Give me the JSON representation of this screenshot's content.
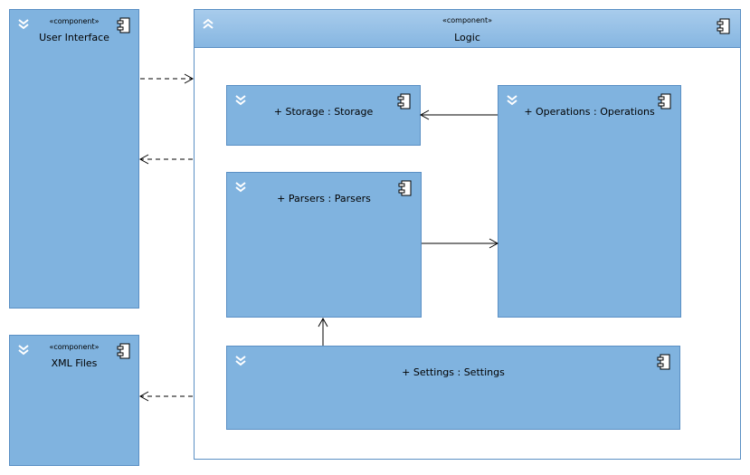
{
  "components": {
    "user_interface": {
      "stereotype": "«component»",
      "name": "User Interface"
    },
    "xml_files": {
      "stereotype": "«component»",
      "name": "XML Files"
    },
    "logic": {
      "stereotype": "«component»",
      "name": "Logic",
      "parts": {
        "storage": {
          "name": "+ Storage : Storage"
        },
        "operations": {
          "name": "+ Operations : Operations"
        },
        "parsers": {
          "name": "+ Parsers : Parsers"
        },
        "settings": {
          "name": "+ Settings : Settings"
        }
      }
    }
  },
  "colors": {
    "fill": "#80b3df",
    "border": "#5a8fc4",
    "header_fill": "#a8ccec",
    "connector": "#000000"
  },
  "icons": {
    "collapse": "double-chevron-down-icon",
    "expand": "double-chevron-up-icon",
    "component": "component-icon"
  }
}
